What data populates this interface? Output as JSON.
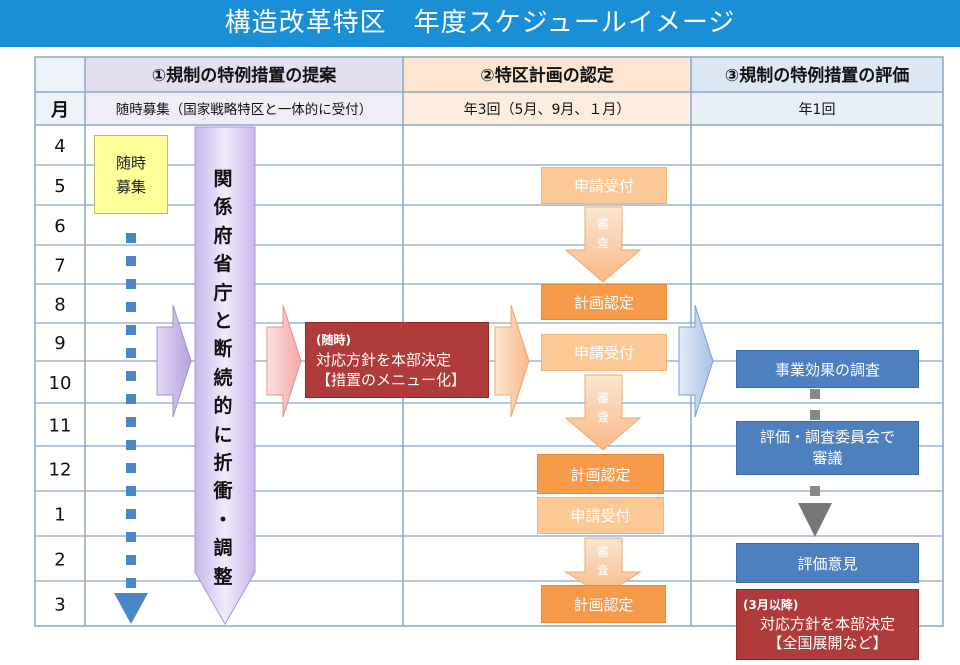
{
  "title": "構造改革特区　年度スケジュールイメージ",
  "header": {
    "month_label": "月",
    "columns": [
      {
        "title": "①規制の特例措置の提案",
        "sub": "随時募集（国家戦略特区と一体的に受付）"
      },
      {
        "title": "②特区計画の認定",
        "sub": "年3回（5月、9月、１月）"
      },
      {
        "title": "③規制の特例措置の評価",
        "sub": "年1回"
      }
    ]
  },
  "months": [
    "4",
    "5",
    "6",
    "7",
    "8",
    "9",
    "10",
    "11",
    "12",
    "1",
    "2",
    "3"
  ],
  "col1": {
    "recruit_line1": "随時",
    "recruit_line2": "募集",
    "ministry_chars": [
      "関",
      "係",
      "府",
      "省",
      "庁",
      "と",
      "断",
      "続",
      "的",
      "に",
      "折",
      "衝",
      "・",
      "調",
      "整"
    ]
  },
  "decision": {
    "tag": "(随時)",
    "line1": "対応方針を本部決定",
    "line2": "【措置のメニュー化】"
  },
  "col2": {
    "receipt": "申請受付",
    "review_1": "審",
    "review_2": "査",
    "certification": "計画認定"
  },
  "col3": {
    "survey": "事業効果の調査",
    "committee_line1": "評価・調査委員会で",
    "committee_line2": "審議",
    "opinion": "評価意見",
    "final_tag": "(3月以降)",
    "final_line1": "対応方針を本部決定",
    "final_line2": "【全国展開など】"
  },
  "colors": {
    "title_bar": "#1a8fd6",
    "header_col1": "#e4dff0",
    "header_col2": "#fde6d1",
    "header_col3": "#dde6f3",
    "orange": "#f79a4a",
    "blue": "#4e7fbf",
    "red": "#b03b3b",
    "purple": "#d7c8ef",
    "yellow": "#ffff99"
  }
}
